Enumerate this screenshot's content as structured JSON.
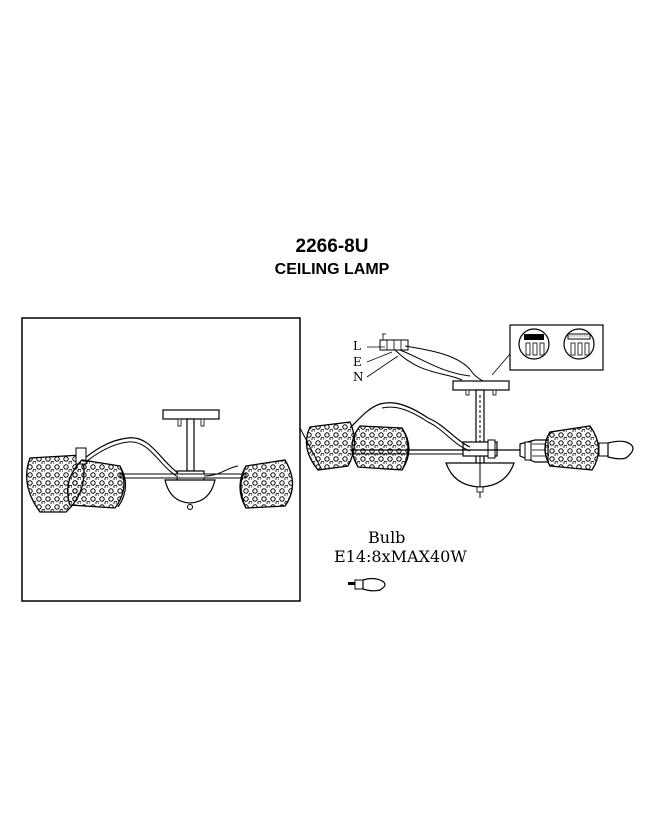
{
  "title": {
    "model": "2266-8U",
    "product_type": "CEILING LAMP"
  },
  "wiring": {
    "labels": [
      "L",
      "E",
      "N"
    ]
  },
  "bulb": {
    "label": "Bulb",
    "spec": "E14:8xMAX40W"
  },
  "style": {
    "line_color": "#000000",
    "background": "#ffffff"
  }
}
